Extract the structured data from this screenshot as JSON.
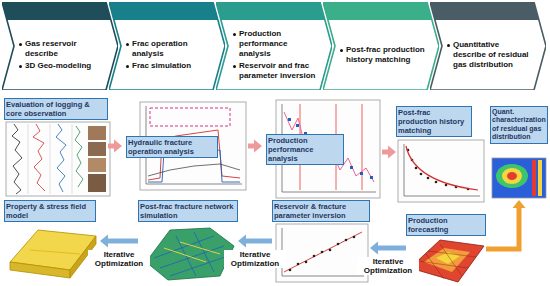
{
  "diagram": {
    "nodes": [
      {
        "text": [
          "Gas reservoir describe",
          "3D Geo-modeling"
        ]
      },
      {
        "text": [
          "Frac operation analysis",
          "Frac simulation"
        ]
      },
      {
        "text": [
          "Production performance analysis",
          "Reservoir and frac parameter inversion"
        ]
      },
      {
        "text": [
          "Post-frac production history matching"
        ]
      },
      {
        "text": [
          "Quantitative describe of residual gas distribution"
        ]
      },
      {
        "text": [
          "Evaluation of logging & core observation"
        ]
      },
      {
        "text": [
          "Hydraulic fracture operation analysis"
        ]
      },
      {
        "text": [
          "Production performance analysis"
        ]
      },
      {
        "text": [
          "Post-frac production history matching"
        ]
      },
      {
        "text": [
          "Quant. characterization of residual gas distribution"
        ]
      },
      {
        "text": [
          "Property & stress field model"
        ]
      },
      {
        "text": [
          "Post-frac fracture network simulation"
        ]
      },
      {
        "text": [
          "Reservoir & fracture parameter inversion"
        ]
      },
      {
        "text": [
          "Production forecasting"
        ]
      }
    ],
    "edges": [
      {
        "from": 5,
        "to": 6,
        "arrow": "to"
      },
      {
        "from": 6,
        "to": 7,
        "arrow": "to"
      },
      {
        "from": 7,
        "to": 8,
        "arrow": "to"
      },
      {
        "from": 13,
        "to": 9,
        "arrow": "to"
      },
      {
        "from": 13,
        "to": 12,
        "arrow": "to",
        "label": "Iterative Optimization"
      },
      {
        "from": 12,
        "to": 11,
        "arrow": "to",
        "label": "Iterative Optimization"
      },
      {
        "from": 11,
        "to": 10,
        "arrow": "to",
        "label": "Iterative Optimization"
      }
    ]
  }
}
